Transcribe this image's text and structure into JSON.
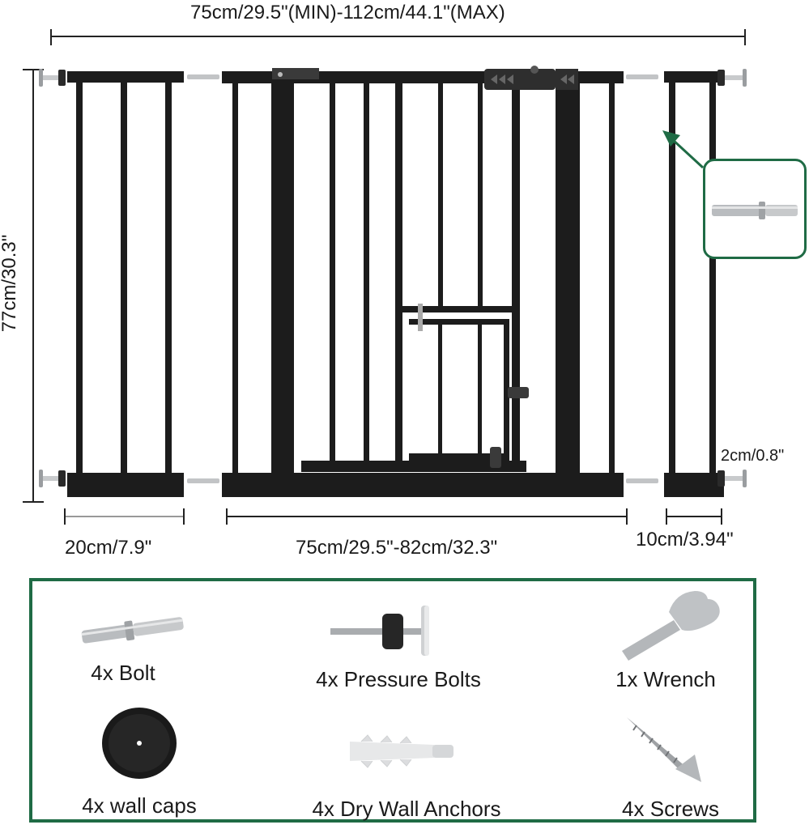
{
  "dimensions": {
    "total_width": "75cm/29.5\"(MIN)-112cm/44.1\"(MAX)",
    "height": "77cm/30.3\"",
    "left_extension": "20cm/7.9\"",
    "main_gate": "75cm/29.5\"-82cm/32.3\"",
    "right_extension": "10cm/3.94\"",
    "bolt_depth": "2cm/0.8\""
  },
  "accessories": {
    "bolt": "4x Bolt",
    "pressure_bolts": "4x Pressure Bolts",
    "wrench": "1x Wrench",
    "wall_caps": "4x wall caps",
    "anchors": "4x Dry Wall Anchors",
    "screws": "4x Screws"
  },
  "colors": {
    "gate": "#1c1c1c",
    "accent_green": "#1f6b45",
    "metal": "#b9bcbf"
  }
}
